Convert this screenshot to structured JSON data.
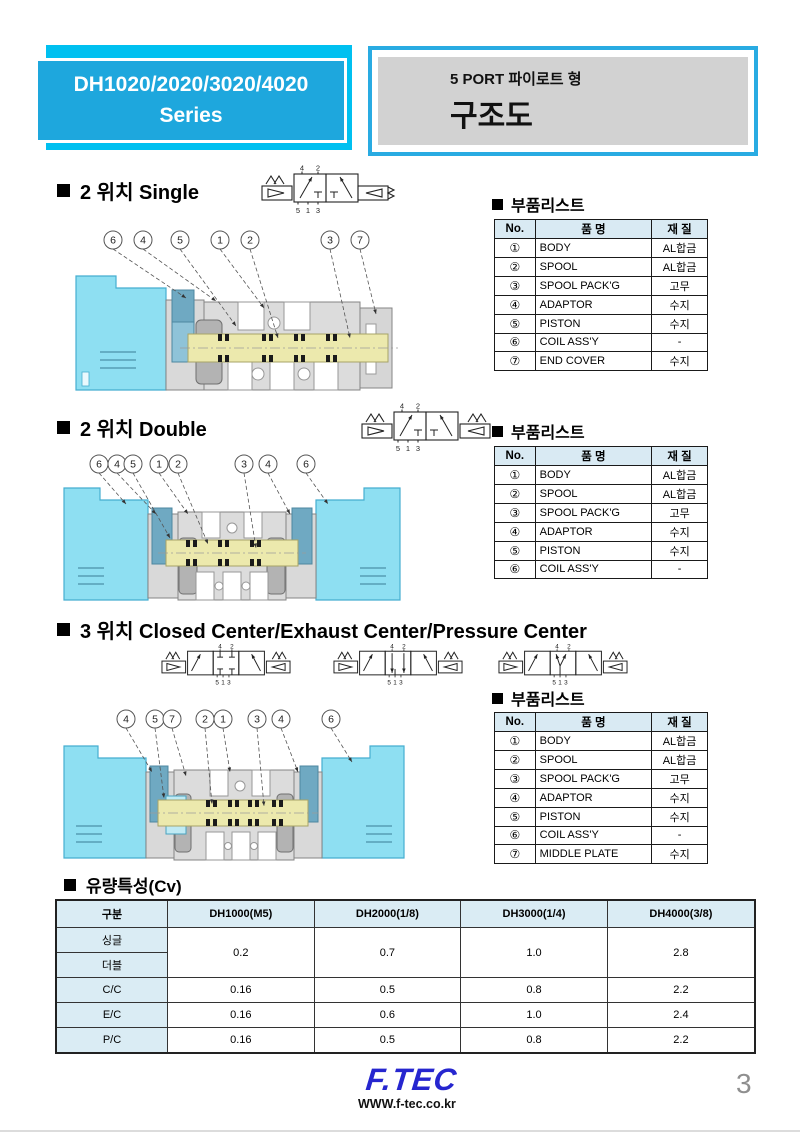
{
  "header": {
    "series_line1": "DH1020/2020/3020/4020",
    "series_line2": "Series",
    "type_line1": "5 PORT 파이로트 형",
    "type_line2": "구조도"
  },
  "sections": [
    {
      "heading": "2 위치 Single",
      "parts_title": "부품리스트",
      "table_headers": [
        "No.",
        "품 명",
        "재 질"
      ],
      "table_rows": [
        [
          "①",
          "BODY",
          "AL합금"
        ],
        [
          "②",
          "SPOOL",
          "AL합금"
        ],
        [
          "③",
          "SPOOL PACK'G",
          "고무"
        ],
        [
          "④",
          "ADAPTOR",
          "수지"
        ],
        [
          "⑤",
          "PISTON",
          "수지"
        ],
        [
          "⑥",
          "COIL ASS'Y",
          "-"
        ],
        [
          "⑦",
          "END COVER",
          "수지"
        ]
      ],
      "balloons": [
        "6",
        "4",
        "5",
        "1",
        "2",
        "3",
        "7"
      ],
      "symbol": {
        "top_ports": [
          "4",
          "2"
        ],
        "bottom_ports": [
          "5",
          "1",
          "3"
        ]
      }
    },
    {
      "heading": "2 위치 Double",
      "parts_title": "부품리스트",
      "table_headers": [
        "No.",
        "품 명",
        "재 질"
      ],
      "table_rows": [
        [
          "①",
          "BODY",
          "AL합금"
        ],
        [
          "②",
          "SPOOL",
          "AL합금"
        ],
        [
          "③",
          "SPOOL PACK'G",
          "고무"
        ],
        [
          "④",
          "ADAPTOR",
          "수지"
        ],
        [
          "⑤",
          "PISTON",
          "수지"
        ],
        [
          "⑥",
          "COIL ASS'Y",
          "-"
        ]
      ],
      "balloons": [
        "6",
        "4",
        "5",
        "1",
        "2",
        "3",
        "4",
        "6"
      ],
      "symbol": {
        "top_ports": [
          "4",
          "2"
        ],
        "bottom_ports": [
          "5",
          "1",
          "3"
        ]
      }
    },
    {
      "heading": "3 위치 Closed Center/Exhaust Center/Pressure Center",
      "parts_title": "부품리스트",
      "table_headers": [
        "No.",
        "품 명",
        "재 질"
      ],
      "table_rows": [
        [
          "①",
          "BODY",
          "AL합금"
        ],
        [
          "②",
          "SPOOL",
          "AL합금"
        ],
        [
          "③",
          "SPOOL PACK'G",
          "고무"
        ],
        [
          "④",
          "ADAPTOR",
          "수지"
        ],
        [
          "⑤",
          "PISTON",
          "수지"
        ],
        [
          "⑥",
          "COIL ASS'Y",
          "-"
        ],
        [
          "⑦",
          "MIDDLE PLATE",
          "수지"
        ]
      ],
      "balloons": [
        "4",
        "5",
        "7",
        "2",
        "1",
        "3",
        "4",
        "6"
      ],
      "symbol": {
        "top_ports": [
          "4",
          "2"
        ],
        "bottom_ports": [
          "5",
          "1",
          "3"
        ]
      }
    }
  ],
  "flow": {
    "heading": "유량특성(Cv)",
    "headers": [
      "구분",
      "DH1000(M5)",
      "DH2000(1/8)",
      "DH3000(1/4)",
      "DH4000(3/8)"
    ],
    "rows": [
      {
        "label": "싱글",
        "values": [
          "0.2",
          "0.7",
          "1.0",
          "2.8"
        ],
        "rowspan": 2
      },
      {
        "label": "더블"
      },
      {
        "label": "C/C",
        "values": [
          "0.16",
          "0.5",
          "0.8",
          "2.2"
        ]
      },
      {
        "label": "E/C",
        "values": [
          "0.16",
          "0.6",
          "1.0",
          "2.4"
        ]
      },
      {
        "label": "P/C",
        "values": [
          "0.16",
          "0.5",
          "0.8",
          "2.2"
        ]
      }
    ]
  },
  "footer": {
    "logo": "F.TEC",
    "website": "WWW.f-tec.co.kr",
    "page_number": "3"
  },
  "colors": {
    "accent_blue": "#29abe2",
    "header_box_blue": "#1ea7dd",
    "shadow_cyan": "#00c0f0",
    "band_gray": "#d2d2d2",
    "table_header_bg": "#d9eaf3",
    "coil_cyan": "#8edff2",
    "body_gray": "#dcdcdc",
    "spool_yellow": "#ece9ad",
    "logo_blue": "#2626cf"
  }
}
